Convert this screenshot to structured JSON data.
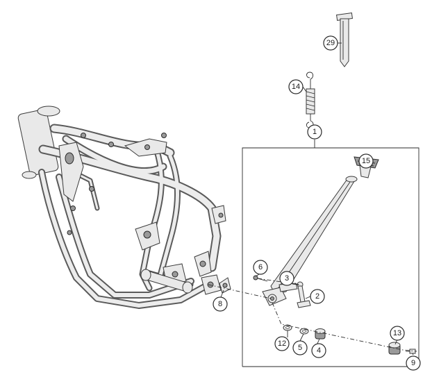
{
  "callouts": [
    {
      "id": "callout-29",
      "label": "29"
    },
    {
      "id": "callout-14",
      "label": "14"
    },
    {
      "id": "callout-1",
      "label": "1"
    },
    {
      "id": "callout-15",
      "label": "15"
    },
    {
      "id": "callout-6",
      "label": "6"
    },
    {
      "id": "callout-3",
      "label": "3"
    },
    {
      "id": "callout-2",
      "label": "2"
    },
    {
      "id": "callout-8",
      "label": "8"
    },
    {
      "id": "callout-12",
      "label": "12"
    },
    {
      "id": "callout-5",
      "label": "5"
    },
    {
      "id": "callout-4",
      "label": "4"
    },
    {
      "id": "callout-13",
      "label": "13"
    },
    {
      "id": "callout-9",
      "label": "9"
    }
  ],
  "colors": {
    "line": "#2a2a2a",
    "part_fill": "#e9e9e9",
    "part_shadow": "#9a9a9a",
    "background": "#ffffff"
  }
}
